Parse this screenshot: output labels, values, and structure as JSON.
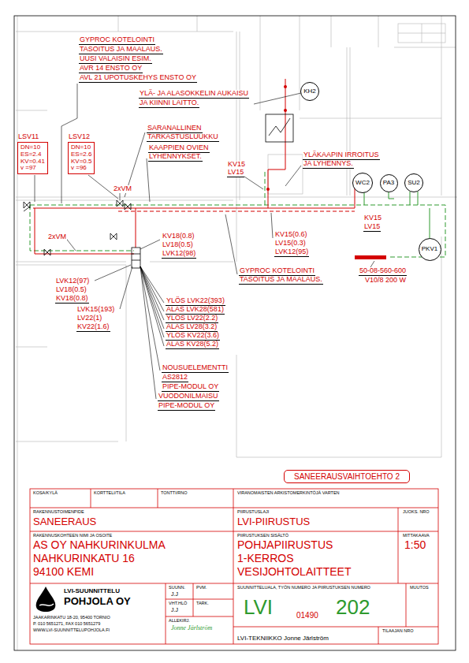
{
  "diagram": {
    "nodes": [
      {
        "text": [
          "LSV11",
          "DN=10",
          "ES=2.4",
          "KV=0.41",
          "v =97"
        ]
      },
      {
        "text": [
          "LSV12",
          "DN=10",
          "ES=2.6",
          "KV=0.5",
          "v =96"
        ]
      },
      {
        "text": [
          "KH2"
        ]
      },
      {
        "text": [
          "WC2"
        ]
      },
      {
        "text": [
          "PA3"
        ]
      },
      {
        "text": [
          "SU2"
        ]
      },
      {
        "text": [
          "PKV1"
        ]
      },
      {
        "text": [
          "SANEERAUSVAIHTOEHTO 2"
        ]
      }
    ],
    "labels": [
      "GYPROC KOTELOINTI",
      "TASOITUS JA MAALAUS.",
      "UUSI VALAISIN ESIM.",
      "AVR 14 ENSTO OY",
      "AVL 21 UPOTUSKEHYS ENSTO OY",
      "YLÄ- JA ALASOKKELIN AUKAISU",
      "JA KIINNI LAITTO.",
      "SARANALLINEN",
      "TARKASTUSLUUKKU",
      "KAAPPIEN OVIEN",
      "LYHENNYKSET.",
      "KV15",
      "LV15",
      "YLÄKAAPIN IRROITUS",
      "JA LYHENNYS.",
      "2xVM",
      "KV15",
      "LV15",
      "KV15(0.6)",
      "LV15(0.3)",
      "LVK12(95)",
      "KV18(0.8)",
      "LV18(0.5)",
      "LVK12(98)",
      "2xVM",
      "GYPROC KOTELOINTI",
      "TASOITUS JA MAALAUS.",
      "50-08-560-600",
      "V10/8 200 W",
      "LVK12(97)",
      "LV18(0.5)",
      "KV18(0.8)",
      "LVK15(193)",
      "LV22(1)",
      "KV22(1.6)",
      "YLÖS LVK22(393)",
      "ALAS LVK28(581)",
      "YLÖS LV22(2.2)",
      "ALAS LV28(3.2)",
      "YLÖS KV22(3.6)",
      "ALAS KV28(5.2)",
      "NOUSUELEMENTTI",
      "AS2812",
      "PIPE-MODUL OY",
      "VUODONILMAISU",
      "PIPE-MODUL OY",
      "KOSA/KYLÄ",
      "KORTTELI/TILA",
      "TONTTI/RNO",
      "VIRANOMAISTEN ARKISTOMERKINTÖJÄ VARTEN",
      "RAKENNUSTOIMENPIDE",
      "SANEERAUS",
      "PIIRUSTUSLAJI",
      "LVI-PIIRUSTUS",
      "JUOKS. NRO",
      "RAKENNUSKOHTEEN NIMI JA OSOITE",
      "AS OY NAHKURINKULMA",
      "NAHKURINKATU 16",
      "94100 KEMI",
      "PIIRUSTUKSEN SISÄLTÖ",
      "MITTAKAAVA",
      "POHJAPIIRUSTUS",
      "1:50",
      "1-KERROS",
      "VESIJOHTOLAITTEET",
      "LVI-SUUNNITTELU",
      "POHJOLA OY",
      "JAAKARINKATU 18-20, 95400 TORNIO",
      "P. 010 5651271, FAX 010 5651279",
      "WWW.LVI-SUUNNITTELUPOHJOLA.FI",
      "SUUNN.",
      "J.J",
      "PVM.",
      "VHT.HLÖ",
      "J.J",
      "TARK.",
      "ALLEKIRJ.",
      "Jonne Järlström",
      "SUUNNITTELUALA, TYÖN NUMERO JA PIIRUSTUKSEN NUMERO",
      "MUUTOS",
      "LVI",
      "01490",
      "202",
      "TILAAJAN NRO",
      "LVI-TEKNIIKKO Jonne Järlström"
    ]
  }
}
